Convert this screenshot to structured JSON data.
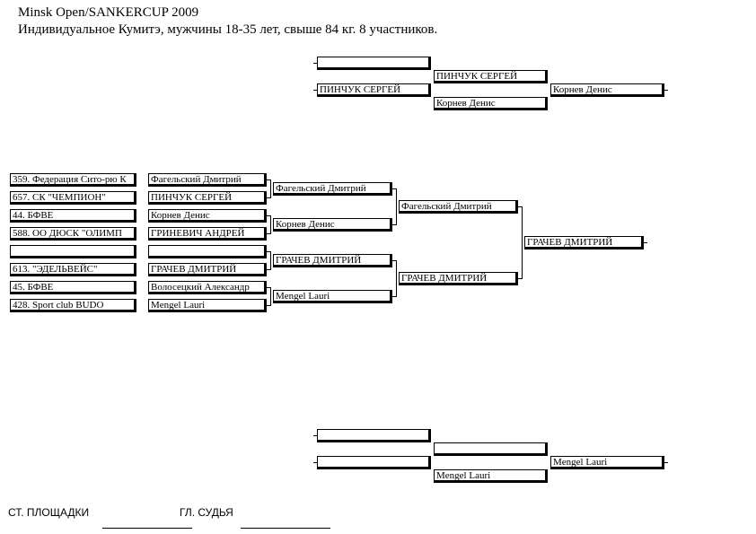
{
  "header": {
    "line1": "Minsk Open/SANKERCUP 2009",
    "line2": "Индивидуальное Кумитэ, мужчины 18-35 лет, свыше  84 кг. 8 участников."
  },
  "repechage_top": {
    "r1": [
      "",
      "ПИНЧУК СЕРГЕЙ"
    ],
    "r2": [
      "ПИНЧУК СЕРГЕЙ",
      "Корнев Денис"
    ],
    "result": "Корнев Денис"
  },
  "main_bracket": {
    "clubs": [
      "359. Федерация Сито-рю К",
      "657. СК \"ЧЕМПИОН\"",
      "44. БФВЕ",
      "588. ОО ДЮСК \"ОЛИМП",
      "",
      "613. \"ЭДЕЛЬВЕЙС\"",
      "45. БФВЕ",
      "428. Sport club BUDO"
    ],
    "round1": [
      "Фагельский Дмитрий",
      "ПИНЧУК СЕРГЕЙ",
      "Корнев Денис",
      "ГРИНЕВИЧ АНДРЕЙ",
      "",
      "ГРАЧЕВ ДМИТРИЙ",
      "Волосецкий Александр",
      "Mengel Lauri"
    ],
    "round2": [
      "Фагельский Дмитрий",
      "Корнев Денис",
      "ГРАЧЕВ ДМИТРИЙ",
      "Mengel Lauri"
    ],
    "semi": [
      "Фагельский Дмитрий",
      "ГРАЧЕВ ДМИТРИЙ"
    ],
    "final": "ГРАЧЕВ ДМИТРИЙ"
  },
  "repechage_bottom": {
    "r1": [
      "",
      ""
    ],
    "r2": [
      "",
      "Mengel Lauri"
    ],
    "result": "Mengel Lauri"
  },
  "footer": {
    "site_label": "СТ. ПЛОЩАДКИ",
    "judge_label": "ГЛ. СУДЬЯ"
  }
}
